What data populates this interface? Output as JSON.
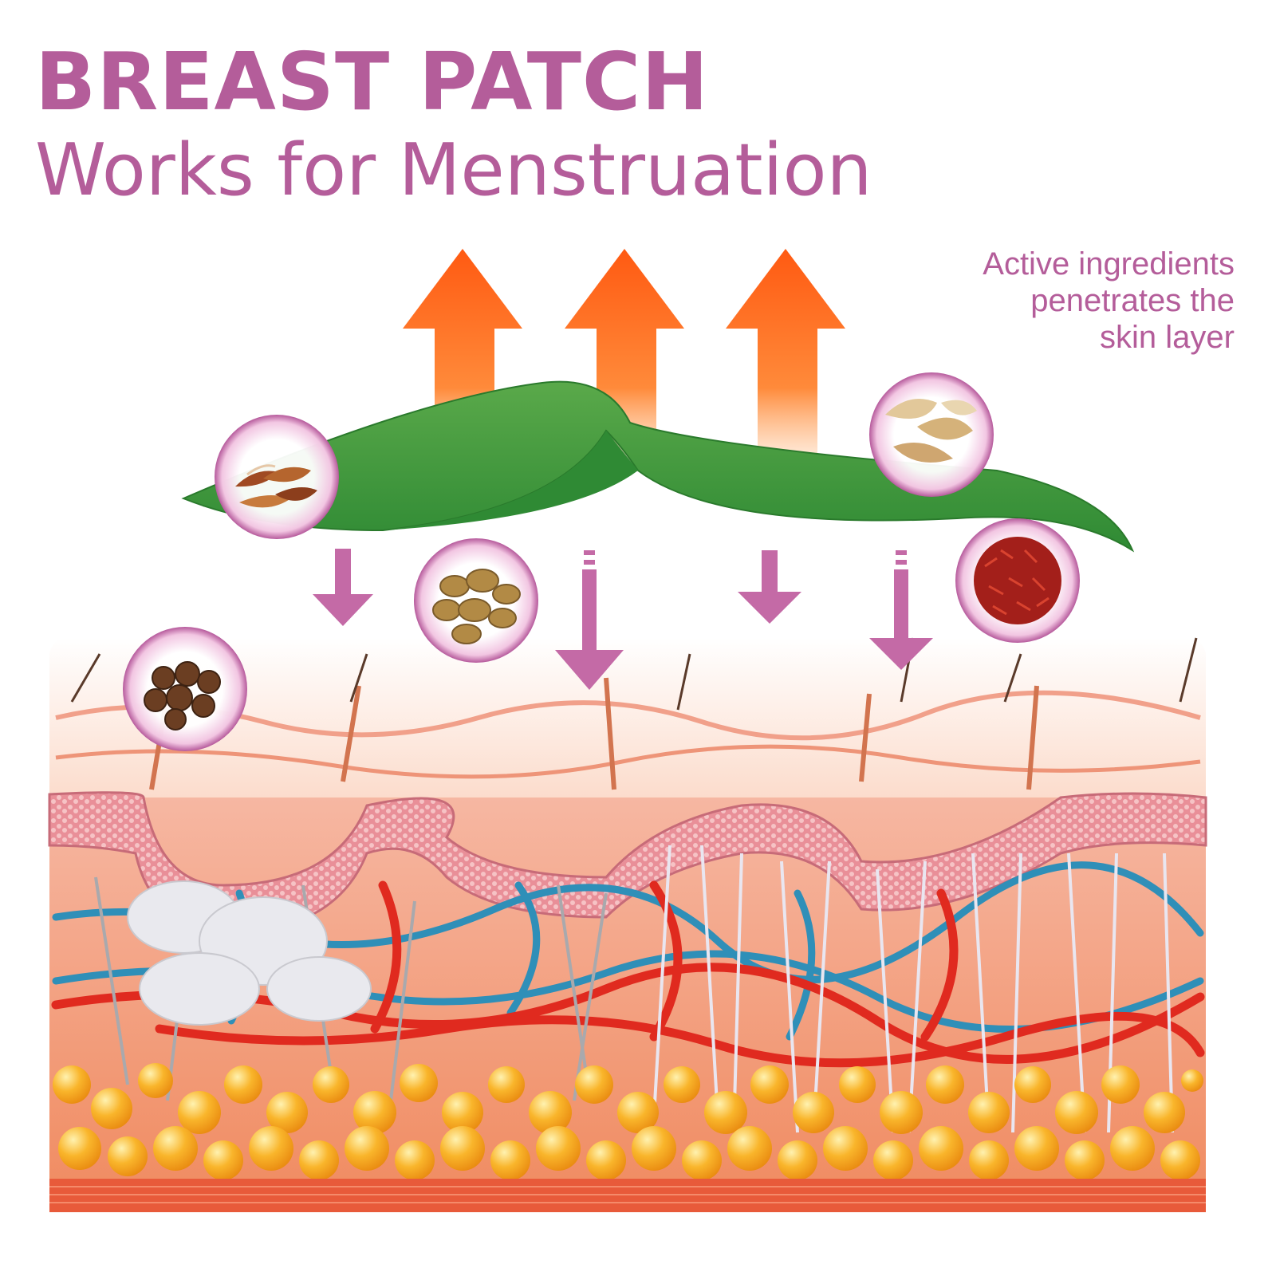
{
  "title": {
    "main": "BREAST PATCH",
    "subtitle": "Works for Menstruation"
  },
  "caption": {
    "lines": [
      "Active ingredients",
      "penetrates the",
      "skin layer"
    ]
  },
  "colors": {
    "title_text": "#b45d9a",
    "heat_arrow": "#ff6a1a",
    "penetration_arrow": "#c46aa6",
    "patch": "#3d9a3a",
    "fat_cells": "#f5a623",
    "blood_vessels": "#e02a1f",
    "veins": "#2f8fb8"
  },
  "icons": {
    "heat_arrows": [
      "heat-up-arrow-icon",
      "heat-up-arrow-icon",
      "heat-up-arrow-icon"
    ],
    "ingredients": [
      "dried-peel-ingredient-icon",
      "root-slices-ingredient-icon",
      "ginseng-slices-ingredient-icon",
      "saffron-ingredient-icon",
      "seed-pods-ingredient-icon"
    ],
    "down_arrows": [
      "down-arrow-icon",
      "down-arrow-icon",
      "down-arrow-icon",
      "down-arrow-icon"
    ]
  }
}
